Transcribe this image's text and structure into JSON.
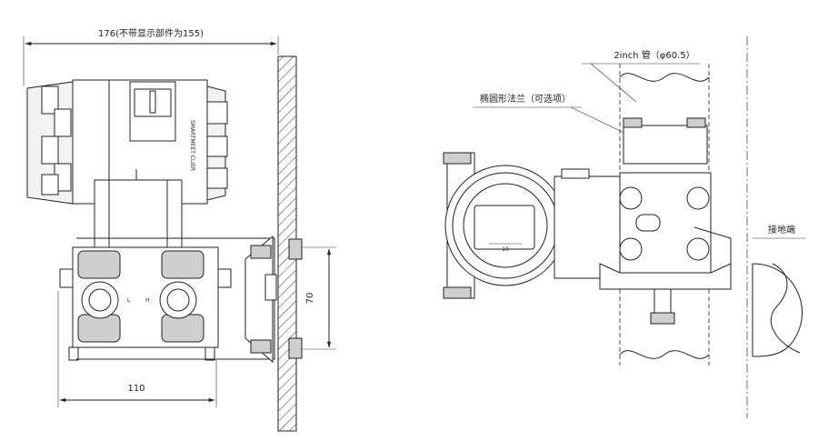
{
  "side_view": {
    "overall_width_label": "176(不带显示部件为155)",
    "base_width_label": "110",
    "bolt_spacing_label": "70",
    "low_port_label": "L",
    "high_port_label": "H",
    "housing_text": "SMARTMEET CLIER"
  },
  "front_view": {
    "pipe_label": "2inch 管（φ60.5）",
    "flange_label": "椭圆形法兰（可选项）",
    "display_mark": "10"
  },
  "ground_view": {
    "ground_label": "接地端"
  }
}
